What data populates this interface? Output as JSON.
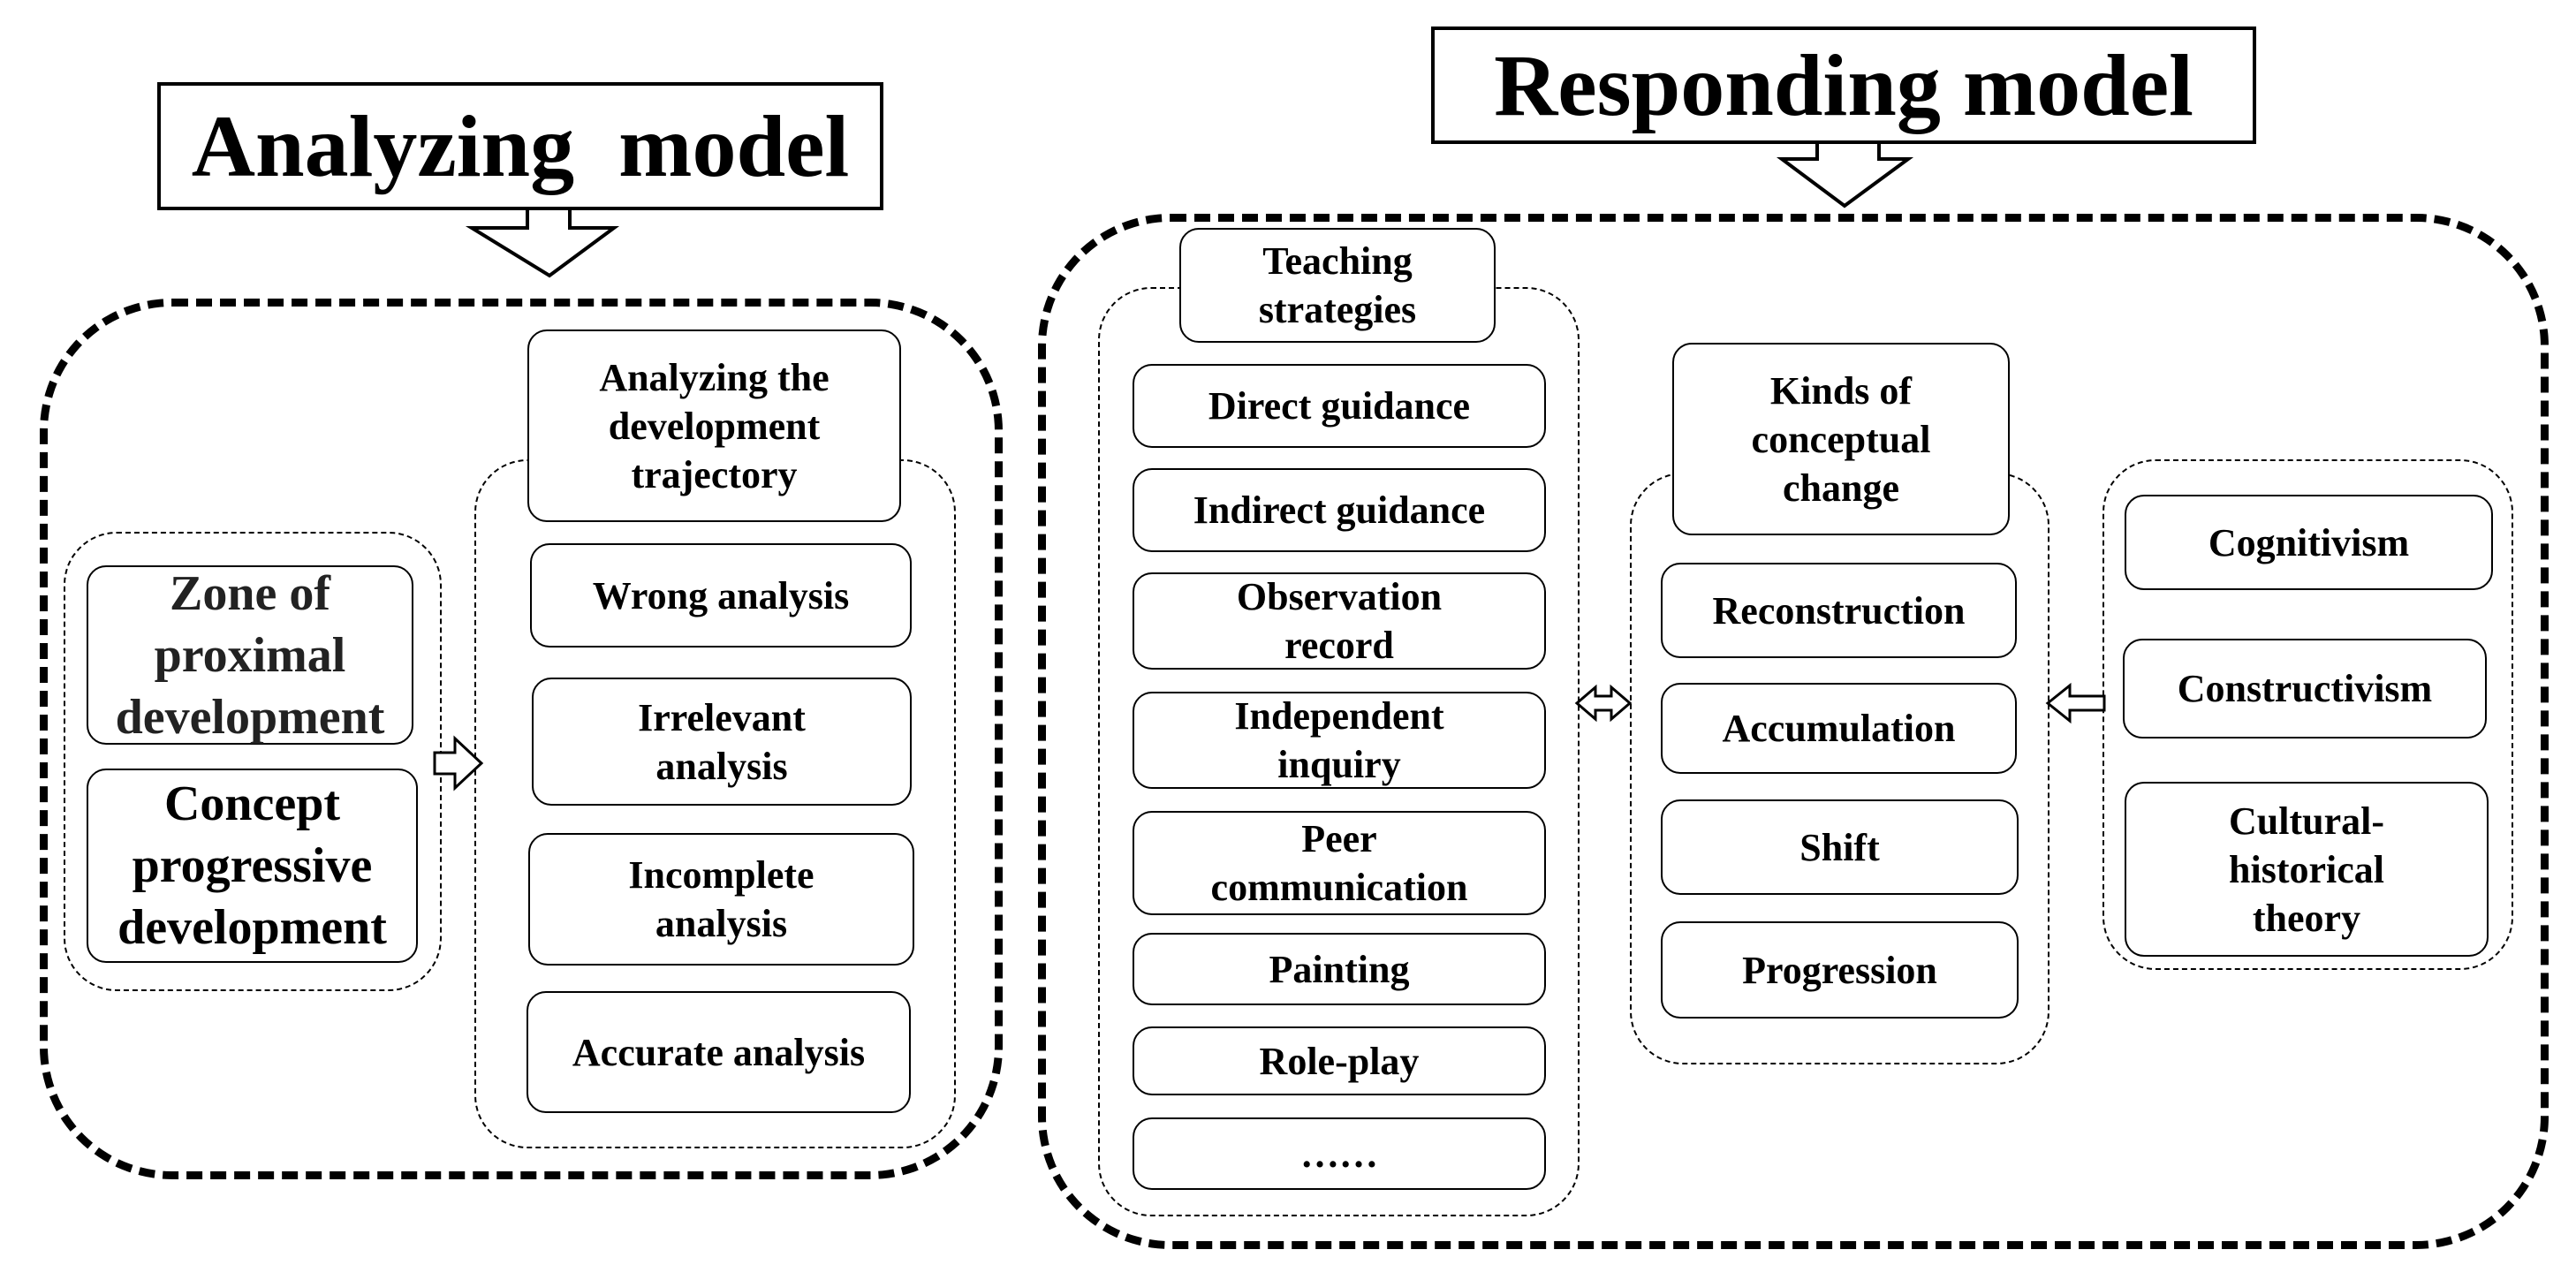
{
  "analyzing": {
    "title": "Analyzing  model",
    "basis": [
      "Zone of\nproximal\ndevelopment",
      "Concept\nprogressive\ndevelopment"
    ],
    "header": "Analyzing the\ndevelopment\ntrajectory",
    "items": [
      "Wrong analysis",
      "Irrelevant\nanalysis",
      "Incomplete\nanalysis",
      "Accurate analysis"
    ]
  },
  "responding": {
    "title": "Responding model",
    "strategies_header": "Teaching\nstrategies",
    "strategies": [
      "Direct guidance",
      "Indirect  guidance",
      "Observation\nrecord",
      "Independent\ninquiry",
      "Peer\ncommunication",
      "Painting",
      "Role-play",
      "……"
    ],
    "change_header": "Kinds of\nconceptual\nchange",
    "changes": [
      "Reconstruction",
      "Accumulation",
      "Shift",
      "Progression"
    ],
    "theories": [
      "Cognitivism",
      "Constructivism",
      "Cultural-\nhistorical\ntheory"
    ]
  }
}
